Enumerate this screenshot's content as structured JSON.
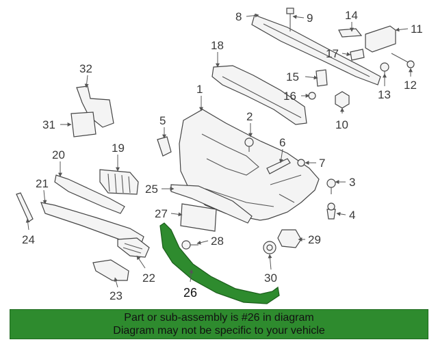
{
  "callouts": [
    "1",
    "2",
    "3",
    "4",
    "5",
    "6",
    "7",
    "8",
    "9",
    "10",
    "11",
    "12",
    "13",
    "14",
    "15",
    "16",
    "17",
    "18",
    "19",
    "20",
    "21",
    "22",
    "23",
    "24",
    "25",
    "26",
    "27",
    "28",
    "29",
    "30",
    "31",
    "32"
  ],
  "highlight_part": "26",
  "colors": {
    "highlight": "#2e8b2e",
    "banner_bg": "#2e8b2e"
  },
  "banner": {
    "line1": "Part or sub-assembly is #26 in diagram",
    "line2": "Diagram may not be specific to your vehicle"
  }
}
